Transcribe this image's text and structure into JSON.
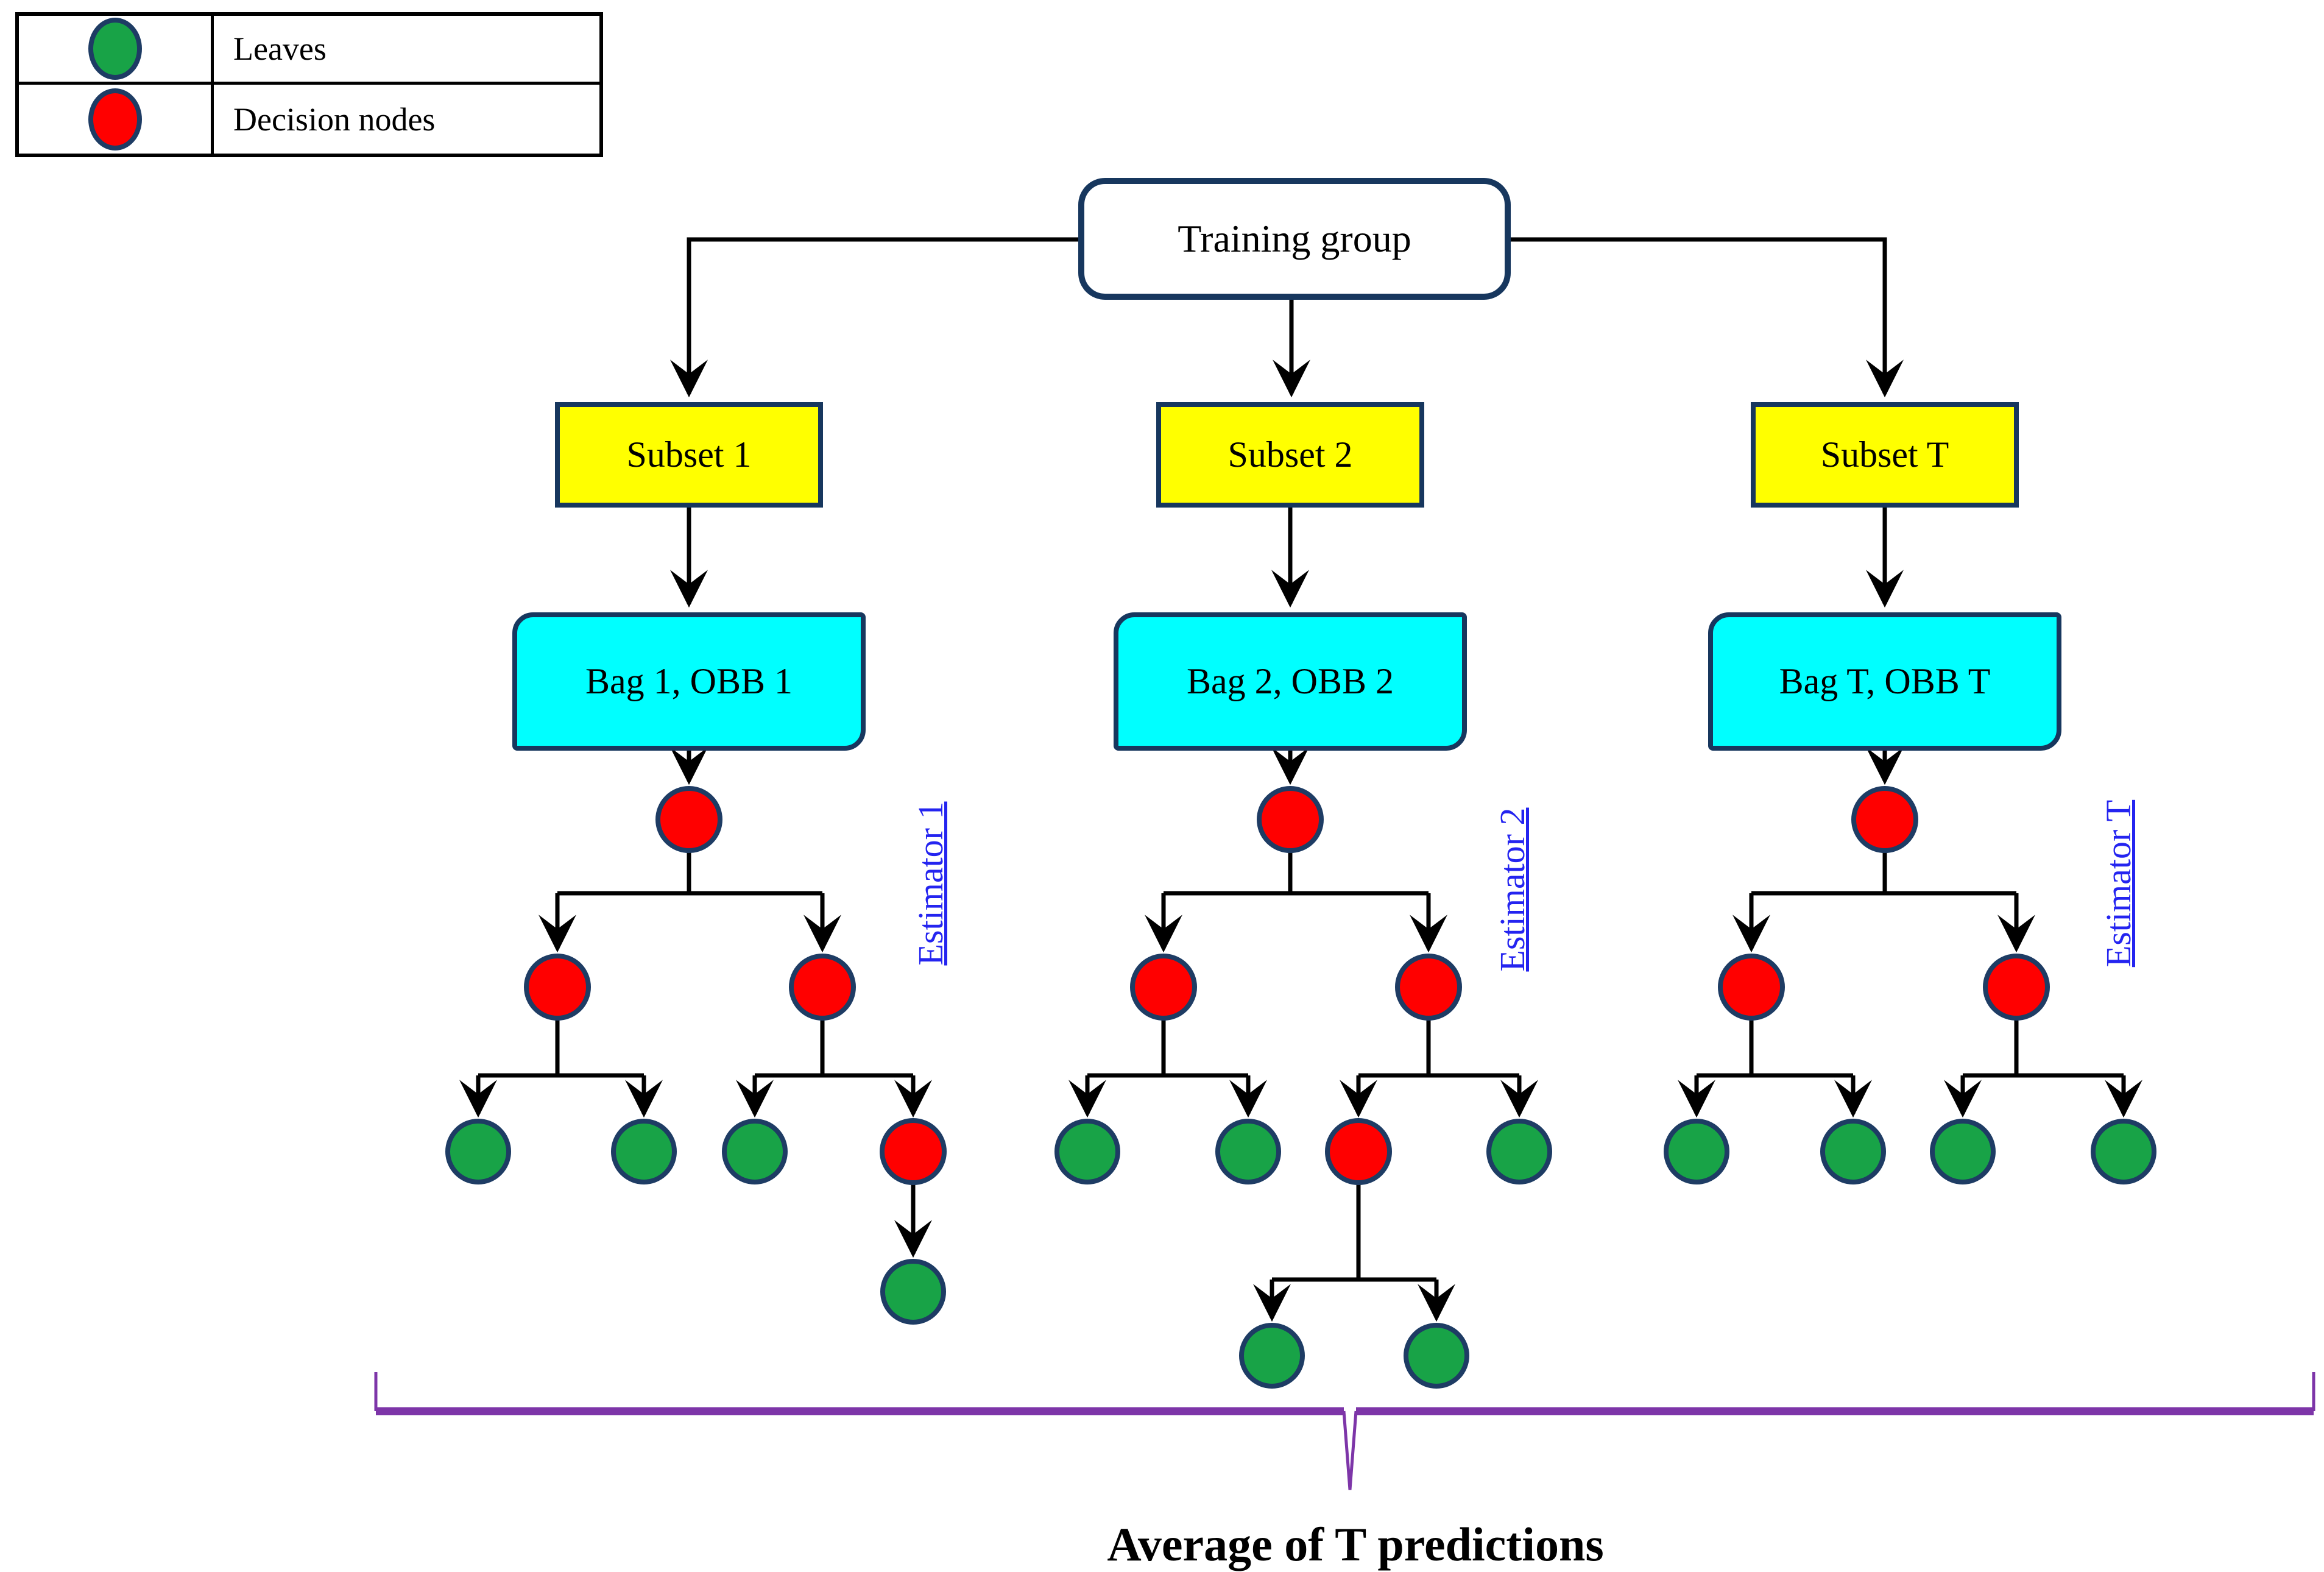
{
  "legend": {
    "items": [
      {
        "icon": "leaf-node-swatch",
        "label": "Leaves"
      },
      {
        "icon": "decision-node-swatch",
        "label": "Decision nodes"
      }
    ]
  },
  "flow": {
    "root_label": "Training group",
    "columns": [
      {
        "subset_label": "Subset 1",
        "bag_label": "Bag 1, OBB 1",
        "estimator_label": "Estimator 1"
      },
      {
        "subset_label": "Subset 2",
        "bag_label": "Bag 2, OBB 2",
        "estimator_label": "Estimator 2"
      },
      {
        "subset_label": "Subset T",
        "bag_label": "Bag T, OBB T",
        "estimator_label": "Estimator T"
      }
    ]
  },
  "caption": "Average of T predictions",
  "colors": {
    "leaf_fill": "#18A347",
    "decision_fill": "#FF0000",
    "node_border": "#1E3C64",
    "subset_fill": "#FFFF00",
    "bag_fill": "#00FFFF",
    "box_border": "#17375E",
    "estimator_text": "#2424F0",
    "brace": "#7D35A8",
    "connector": "#000000"
  }
}
